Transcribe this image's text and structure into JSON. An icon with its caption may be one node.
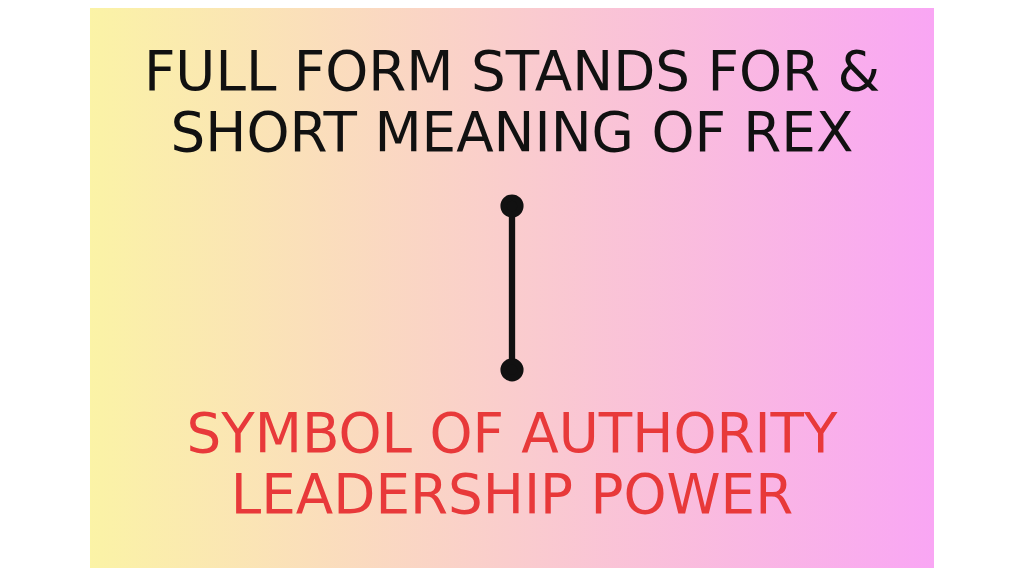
{
  "diagram": {
    "nodes": [
      {
        "text": [
          "FULL FORM STANDS FOR & SHORT MEANING OF REX"
        ]
      },
      {
        "text": [
          "SYMBOL OF AUTHORITY LEADERSHIP POWER"
        ]
      }
    ],
    "edges": [
      {
        "from": 0,
        "to": 1,
        "arrow": "other"
      }
    ]
  }
}
